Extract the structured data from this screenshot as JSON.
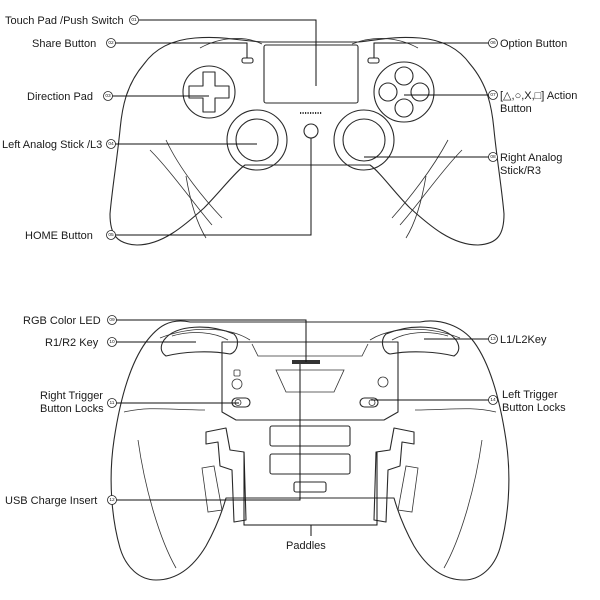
{
  "front_view": {
    "callouts": [
      {
        "id": "touch-pad-push-switch",
        "label": "Touch Pad /Push Switch",
        "number": "01"
      },
      {
        "id": "share-button",
        "label": "Share Button",
        "number": "02"
      },
      {
        "id": "direction-pad",
        "label": "Direction  Pad",
        "number": "03"
      },
      {
        "id": "left-analog-stick",
        "label": "Left Analog Stick /L3",
        "number": "04"
      },
      {
        "id": "home-button",
        "label": "HOME Button",
        "number": "05"
      },
      {
        "id": "option-button",
        "label": "Option Button",
        "number": "06"
      },
      {
        "id": "action-button",
        "label_line1": "[△,○,X,□] Action",
        "label_line2": "Button",
        "number": "07"
      },
      {
        "id": "right-analog-stick",
        "label_line1": "Right Analog",
        "label_line2": "Stick/R3",
        "number": "08"
      }
    ]
  },
  "back_view": {
    "callouts": [
      {
        "id": "rgb-color-led",
        "label": "RGB Color LED",
        "number": "09"
      },
      {
        "id": "r1-r2-key",
        "label": "R1/R2 Key",
        "number": "10"
      },
      {
        "id": "right-trigger-button-locks",
        "label_line1": "Right Trigger",
        "label_line2": "Button Locks",
        "number": "11"
      },
      {
        "id": "usb-charge-insert",
        "label": "USB Charge Insert",
        "number": "12"
      },
      {
        "id": "l1-l2-key",
        "label": "L1/L2Key",
        "number": "13"
      },
      {
        "id": "left-trigger-button-locks",
        "label_line1": "Left Trigger",
        "label_line2": "Button Locks",
        "number": "14"
      },
      {
        "id": "paddles",
        "label": "Paddles"
      }
    ]
  }
}
